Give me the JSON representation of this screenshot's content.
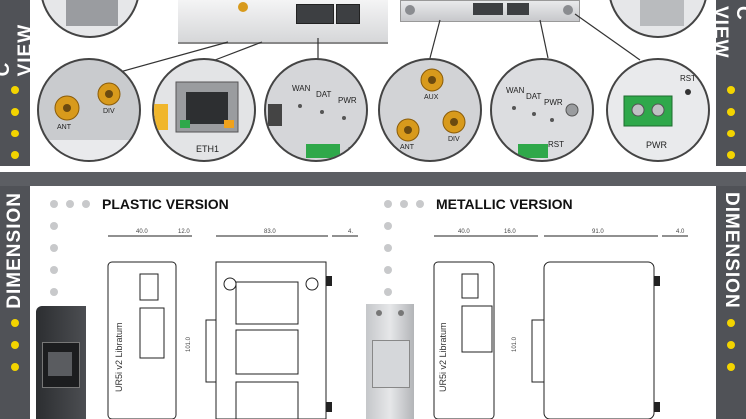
{
  "top_tab_label_left": "C VIEW",
  "top_tab_label_right": "C VIEW",
  "bottom_tab_label_left": "DIMENSION",
  "bottom_tab_label_right": "DIMENSION",
  "connectors": {
    "antenna_left": "ANT",
    "div_left": "DIV",
    "eth1": "ETH1",
    "leds": [
      "WAN",
      "DAT",
      "PWR"
    ],
    "rst_left": "RS",
    "aux": "AUX",
    "ant_center": "ANT",
    "div_center": "DIV",
    "leds_right": [
      "WAN",
      "DAT",
      "PWR"
    ],
    "rst_right": "RST",
    "pwr_connector": "PWR",
    "rst_power": "RST"
  },
  "sections": {
    "plastic_title": "PLASTIC VERSION",
    "metallic_title": "METALLIC VERSION"
  },
  "drawings": {
    "plastic_dims": [
      "40.0",
      "12.0",
      "83.0",
      "4."
    ],
    "metallic_dims": [
      "40.0",
      "16.0",
      "91.0",
      "4.0"
    ],
    "front_label": "UR5i v2 Libratum",
    "height_dim": "101.0"
  },
  "colors": {
    "tab_gray": "#505257",
    "accent_yellow": "#f3d400",
    "connector_gold": "#d89a1c",
    "terminal_green": "#2fa84a"
  }
}
